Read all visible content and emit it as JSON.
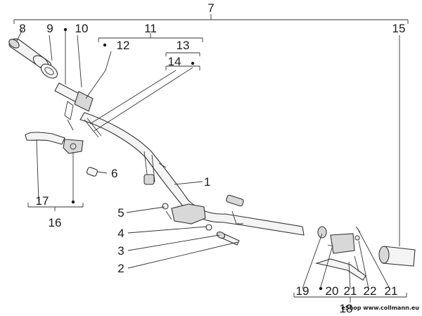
{
  "diagram": {
    "labels": {
      "n1": "1",
      "n2": "2",
      "n3": "3",
      "n4": "4",
      "n5": "5",
      "n6": "6",
      "n7": "7",
      "n8": "8",
      "n9": "9",
      "n10": "10",
      "n11": "11",
      "n12": "12",
      "n13": "13",
      "n14": "14",
      "n15": "15",
      "n16": "16",
      "n17": "17",
      "n18": "18",
      "n19": "19",
      "n20": "20",
      "n21a": "21",
      "n21b": "21",
      "n22": "22"
    },
    "footer": "eShop www.collmann.eu"
  }
}
